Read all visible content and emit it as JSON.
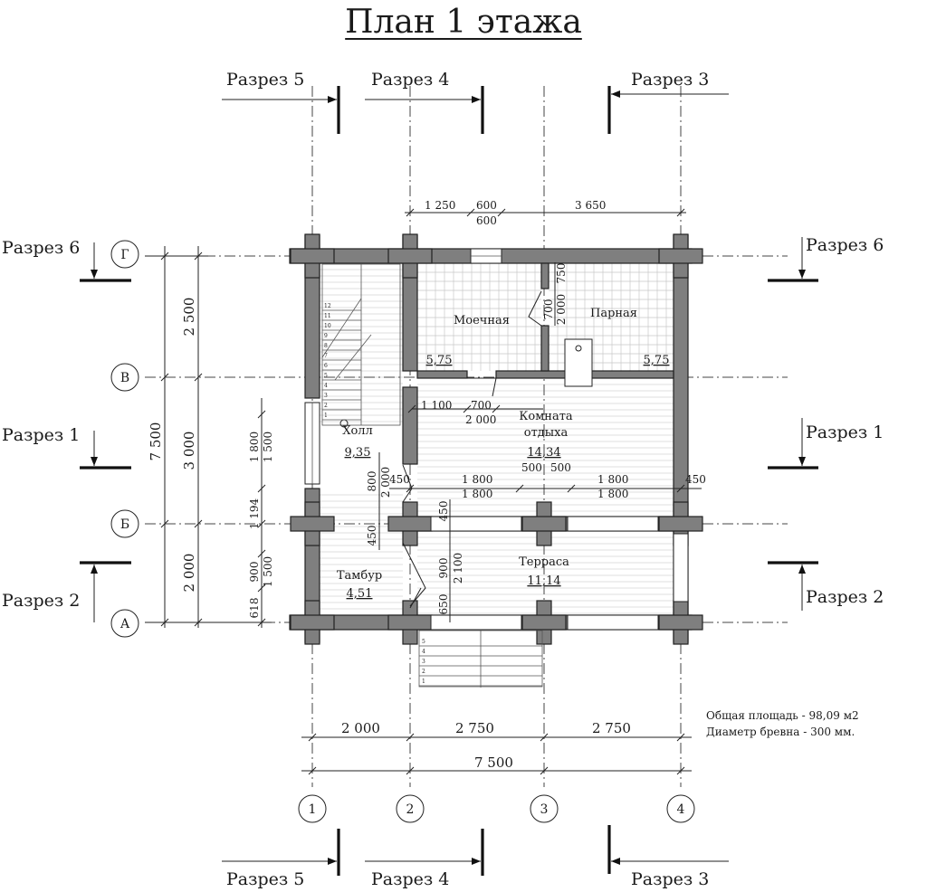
{
  "title": "План 1 этажа",
  "sections": {
    "s1": "Разрез 1",
    "s2": "Разрез 2",
    "s3": "Разрез 3",
    "s4": "Разрез 4",
    "s5": "Разрез 5",
    "s6": "Разрез 6"
  },
  "axes": {
    "g": "Г",
    "v": "В",
    "b": "Б",
    "a": "А",
    "c1": "1",
    "c2": "2",
    "c3": "3",
    "c4": "4"
  },
  "rooms": {
    "hall": {
      "name": "Холл",
      "area": "9,35"
    },
    "tambur": {
      "name": "Тамбур",
      "area": "4,51"
    },
    "moechnaya": {
      "name": "Моечная"
    },
    "parnaya": {
      "name": "Парная"
    },
    "komnata": {
      "name1": "Комната",
      "name2": "отдыха",
      "area": "14,34"
    },
    "terrasa": {
      "name": "Терраса",
      "area": "11,14"
    }
  },
  "area_wash": "5,75",
  "area_steam": "5,75",
  "dims": {
    "top_a": "1 250",
    "top_b": "600",
    "top_c": "600",
    "top_d": "3 650",
    "left_2500": "2 500",
    "left_3000": "3 000",
    "left_2000": "2 000",
    "left_7500": "7 500",
    "left_1800": "1 800",
    "left_1500a": "1 500",
    "left_1194": "1 194",
    "left_900": "900",
    "left_1500b": "1 500",
    "left_618": "618",
    "door_800": "800",
    "door_2000a": "2 000",
    "door_450a": "450",
    "door_450b": "450",
    "room_1100": "1 100",
    "room_700": "700",
    "room_2000": "2 000",
    "wash_700": "700",
    "wash_2000": "2 000",
    "wash_750": "750",
    "mid_1800a": "1 800",
    "mid_1800b": "1 800",
    "mid_1800c": "1 800",
    "mid_1800d": "1 800",
    "mid_500a": "500",
    "mid_500b": "500",
    "mid_450l": "450",
    "mid_450r": "450",
    "ter_450": "450",
    "ter_900": "900",
    "ter_2100": "2 100",
    "ter_650": "650",
    "bot_2000": "2 000",
    "bot_2750a": "2 750",
    "bot_2750b": "2 750",
    "bot_7500": "7 500"
  },
  "stair_steps_hall": [
    "12",
    "11",
    "10",
    "9",
    "8",
    "7",
    "6",
    "5",
    "4",
    "3",
    "2",
    "1"
  ],
  "stair_steps_porch": [
    "5",
    "4",
    "3",
    "2",
    "1"
  ],
  "notes": {
    "total_area": "Общая площадь - 98,09 м2",
    "log_diameter": "Диаметр бревна - 300 мм."
  }
}
